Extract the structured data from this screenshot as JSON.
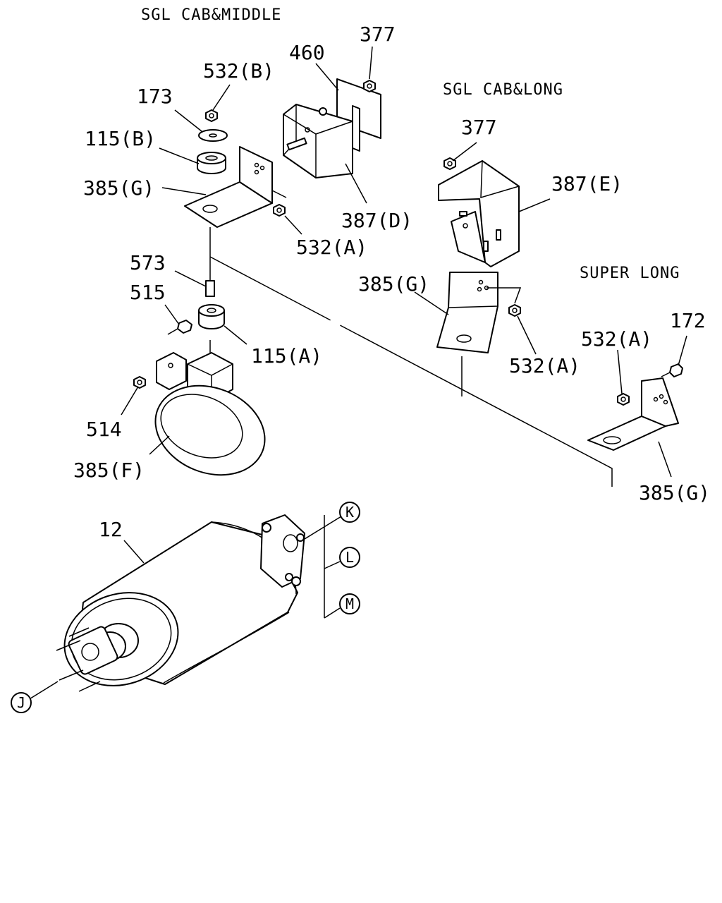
{
  "headers": {
    "sgl_cab_middle": "SGL CAB&MIDDLE",
    "sgl_cab_long": "SGL CAB&LONG",
    "super_long": "SUPER LONG"
  },
  "labels": {
    "p377_a": "377",
    "p460": "460",
    "p532b": "532(B)",
    "p173": "173",
    "p115b": "115(B)",
    "p385g_a": "385(G)",
    "p387d": "387(D)",
    "p532a_a": "532(A)",
    "p573": "573",
    "p515": "515",
    "p115a": "115(A)",
    "p514": "514",
    "p385f": "385(F)",
    "p377_b": "377",
    "p387e": "387(E)",
    "p385g_b": "385(G)",
    "p532a_b": "532(A)",
    "p532a_c": "532(A)",
    "p172": "172",
    "p385g_c": "385(G)",
    "p12": "12"
  },
  "callouts": {
    "k": "K",
    "l": "L",
    "m": "M",
    "j": "J"
  }
}
